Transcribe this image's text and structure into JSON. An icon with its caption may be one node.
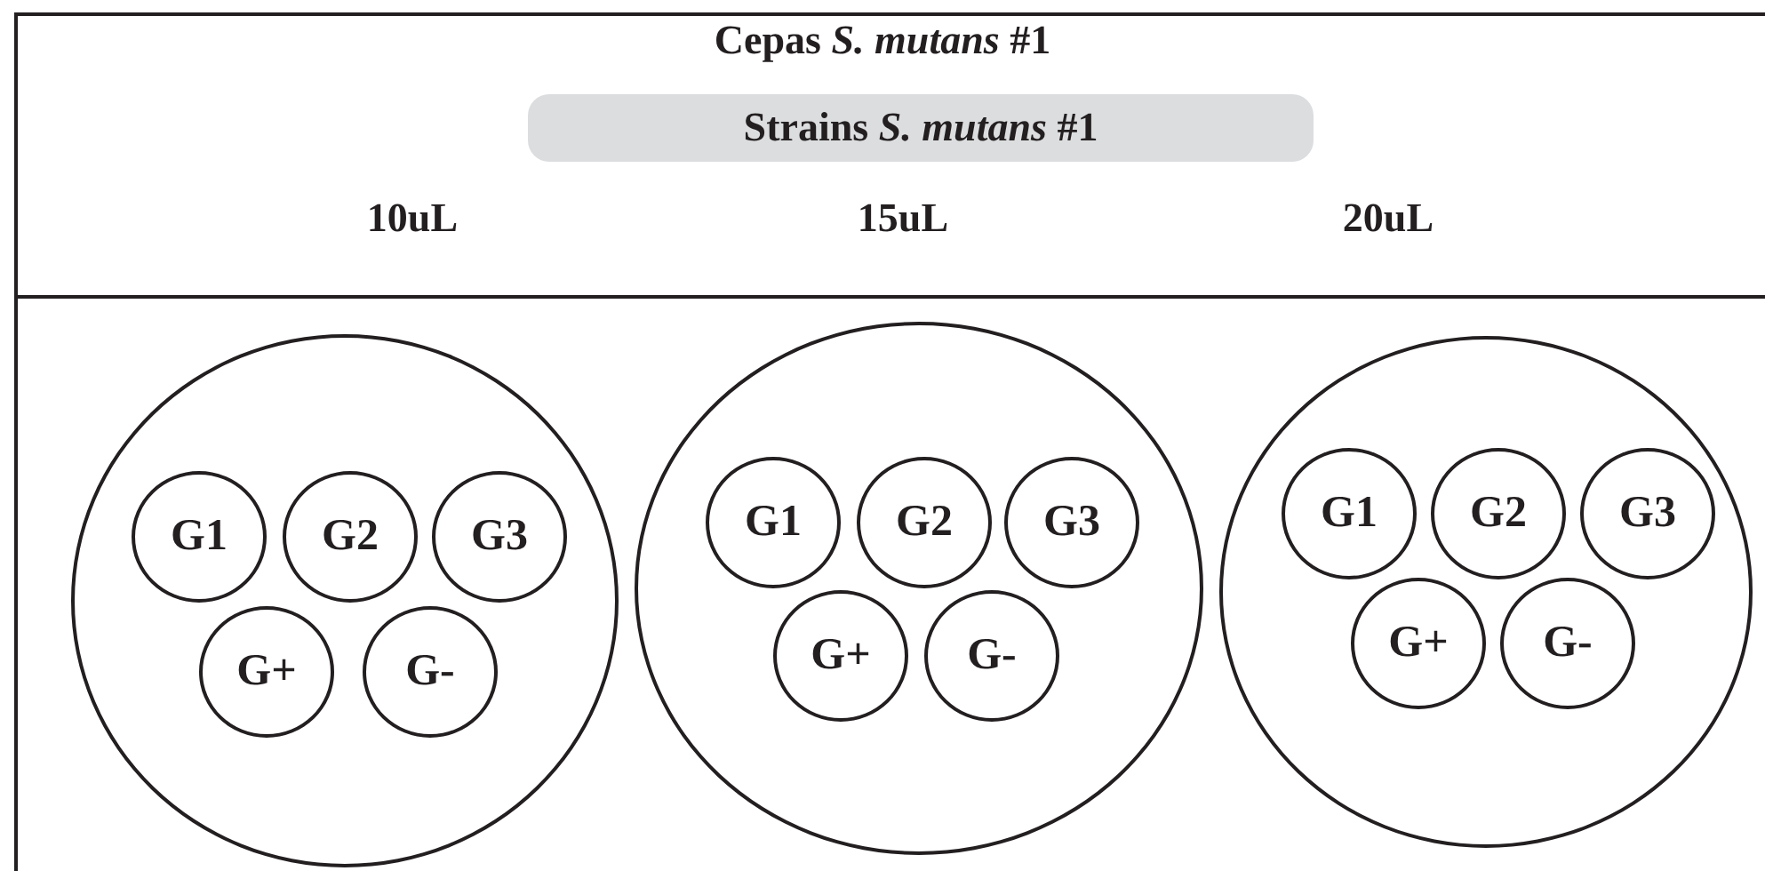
{
  "diagram": {
    "title": "Cepas *S. mutans* #1",
    "nodes": [
      {
        "text": [
          "Strains *S. mutans* #1"
        ]
      },
      {
        "text": [],
        "shape": "circle"
      },
      {
        "text": [
          "G1"
        ],
        "in": 1
      },
      {
        "text": [
          "G2"
        ],
        "in": 1
      },
      {
        "text": [
          "G3"
        ],
        "in": 1
      },
      {
        "text": [
          "G+"
        ],
        "in": 1
      },
      {
        "text": [
          "G-"
        ],
        "in": 1
      },
      {
        "text": [],
        "shape": "circle"
      },
      {
        "text": [
          "G1"
        ],
        "in": 7
      },
      {
        "text": [
          "G2"
        ],
        "in": 7
      },
      {
        "text": [
          "G3"
        ],
        "in": 7
      },
      {
        "text": [
          "G+"
        ],
        "in": 7
      },
      {
        "text": [
          "G-"
        ],
        "in": 7
      },
      {
        "text": [],
        "shape": "circle"
      },
      {
        "text": [
          "G1"
        ],
        "in": 13
      },
      {
        "text": [
          "G2"
        ],
        "in": 13
      },
      {
        "text": [
          "G3"
        ],
        "in": 13
      },
      {
        "text": [
          "G+"
        ],
        "in": 13
      },
      {
        "text": [
          "G-"
        ],
        "in": 13
      }
    ],
    "labels": [
      "10uL",
      "15uL",
      "20uL"
    ]
  }
}
